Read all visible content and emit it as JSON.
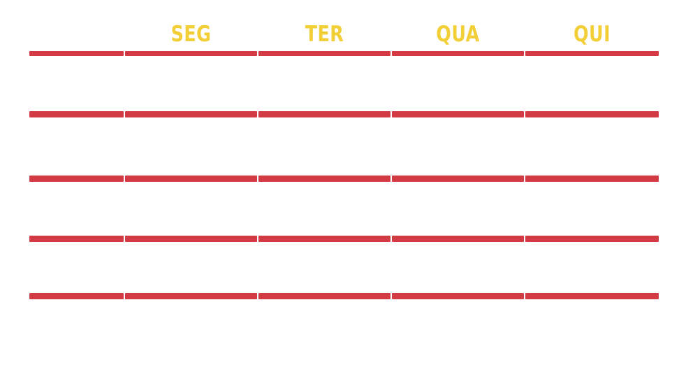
{
  "table": {
    "headers": [
      "",
      "SEG",
      "TER",
      "QUA",
      "QUI"
    ],
    "row_count": 5
  },
  "colors": {
    "header_text": "#f2cf37",
    "divider": "#d23a44",
    "background": "#ffffff"
  }
}
